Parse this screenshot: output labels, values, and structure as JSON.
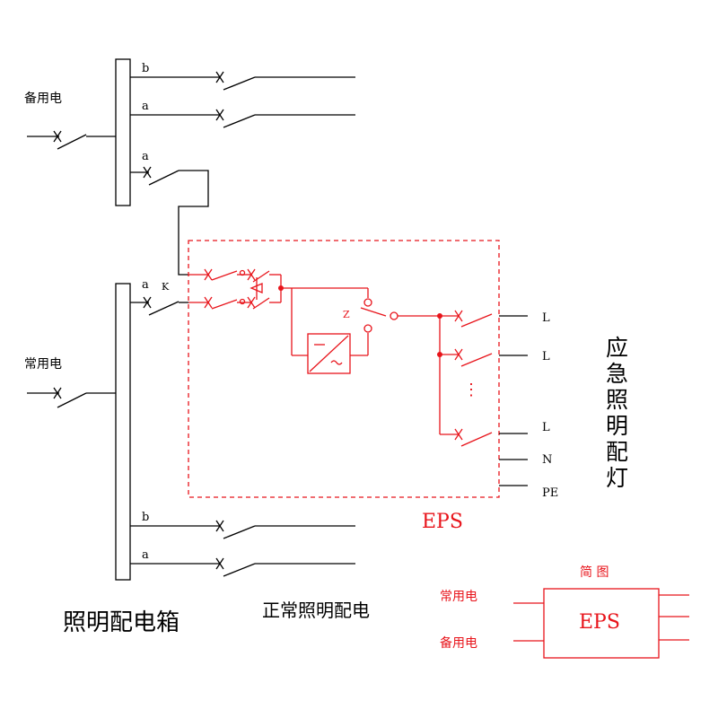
{
  "colors": {
    "black": "#000000",
    "red": "#e8141b",
    "background": "#ffffff"
  },
  "labels": {
    "backup_power": "备用电",
    "normal_power": "常用电",
    "feeder_b": "b",
    "feeder_a": "a",
    "breaker_k": "K",
    "switch_z": "Z",
    "output_L": "L",
    "output_N": "N",
    "output_PE": "PE",
    "eps_box": "EPS",
    "emergency_lighting": "应急照明配灯",
    "panel_title": "照明配电箱",
    "normal_lighting": "正常照明配电",
    "dots": "⋮"
  },
  "simple_diagram": {
    "title": "简 图",
    "normal_input": "常用电",
    "backup_input": "备用电",
    "box_label": "EPS"
  }
}
